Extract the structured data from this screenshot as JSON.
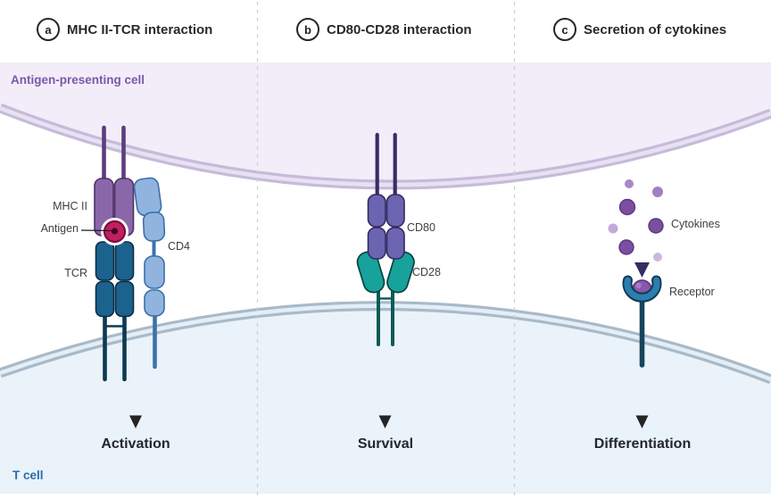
{
  "figure": {
    "panels": [
      {
        "label": "a",
        "title": "MHC II-TCR interaction",
        "outcome": "Activation"
      },
      {
        "label": "b",
        "title": "CD80-CD28 interaction",
        "outcome": "Survival"
      },
      {
        "label": "c",
        "title": "Secretion of cytokines",
        "outcome": "Differentiation"
      }
    ],
    "cells": {
      "apc": "Antigen-presenting cell",
      "tcell": "T cell"
    },
    "labels": {
      "mhc2": "MHC II",
      "antigen": "Antigen",
      "tcr": "TCR",
      "cd4": "CD4",
      "cd80": "CD80",
      "cd28": "CD28",
      "cytokines": "Cytokines",
      "receptor": "Receptor"
    },
    "colors": {
      "apc_fill": "#f2edf8",
      "apc_membrane": "#c5bbda",
      "apc_label": "#7a58a8",
      "tcell_fill": "#eaf2fa",
      "tcell_membrane": "#a9bac7",
      "tcell_label": "#2d6ca8",
      "mhc_purple": "#8a67a8",
      "mhc_stem_purple": "#5c3d7d",
      "antigen_crimson": "#c11f61",
      "tcr_blue": "#1c628f",
      "cd4_blue": "#90b4dd",
      "cd80_purple": "#6b64b0",
      "cd28_teal": "#18a29c",
      "cytokine_purple": "#7b4ea0",
      "cytokine_arrow_purple": "#372b66",
      "receptor_blue": "#2a7fae",
      "outcome_arrow_dark": "#1c1c1c"
    }
  }
}
